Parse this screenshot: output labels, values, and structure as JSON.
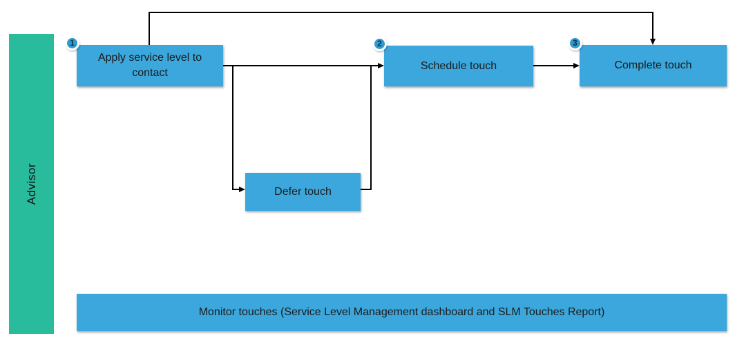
{
  "lane": {
    "label": "Advisor"
  },
  "nodes": {
    "apply": {
      "step": "1",
      "label": "Apply service level to contact"
    },
    "schedule": {
      "step": "2",
      "label": "Schedule touch"
    },
    "complete": {
      "step": "3",
      "label": "Complete touch"
    },
    "defer": {
      "label": "Defer touch"
    },
    "monitor": {
      "label": "Monitor touches (Service Level Management dashboard and SLM Touches Report)"
    }
  },
  "connections": {
    "apply_to_schedule": "Apply service level to contact -> Schedule touch",
    "schedule_to_complete": "Schedule touch -> Complete touch",
    "apply_to_complete": "Apply service level to contact -> Complete touch (top route)",
    "apply_to_defer": "Apply service level to contact -> Defer touch",
    "defer_to_schedule": "Defer touch -> Schedule touch"
  },
  "colors": {
    "node_fill": "#3CA7DC",
    "badge_fill": "#2F9ACF",
    "lane_fill": "#28BB9C",
    "connector": "#000000",
    "node_text": "#1B1B1B"
  }
}
